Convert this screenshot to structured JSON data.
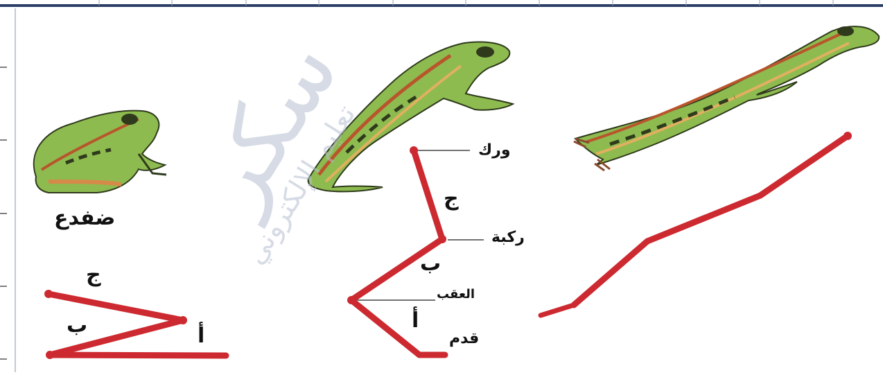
{
  "labels": {
    "frog_name": "ضفدع",
    "jim": "ج",
    "ba": "ب",
    "alif": "أ",
    "hip": "ورك",
    "knee": "ركبة",
    "heel": "العقب",
    "foot": "قدم"
  },
  "watermark": {
    "big": "سكر",
    "small": "تعليم الإلكتروني"
  },
  "colors": {
    "limb": "#cc2a30",
    "frog_green": "#7fb24a",
    "frog_dark": "#2f3a1c",
    "frog_stripe": "#b8552c",
    "frame_line": "#2b3f66"
  }
}
